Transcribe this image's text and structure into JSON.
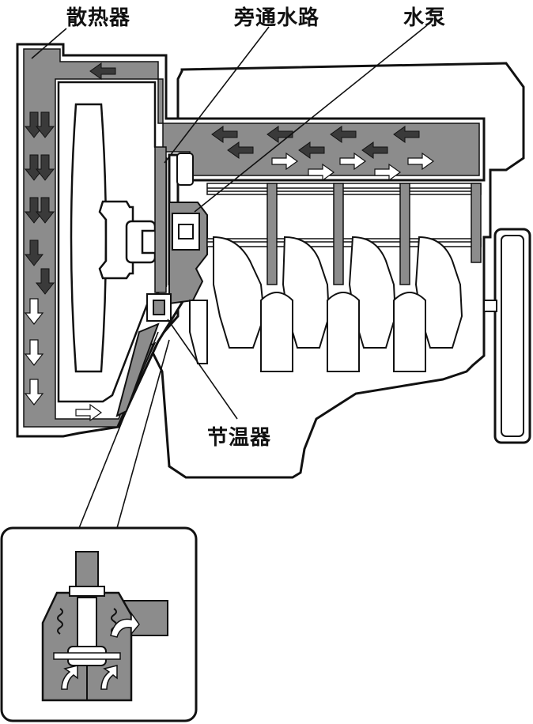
{
  "labels": {
    "radiator": "散热器",
    "bypass": "旁通水路",
    "water_pump": "水泵",
    "thermostat": "节温器"
  },
  "colors": {
    "coolant": "#8c8c8c",
    "outline": "#111111",
    "arrow_dark": "#3a3a3a",
    "arrow_light": "#ffffff",
    "background": "#ffffff"
  },
  "icons": [
    "flow-arrow-icon"
  ]
}
